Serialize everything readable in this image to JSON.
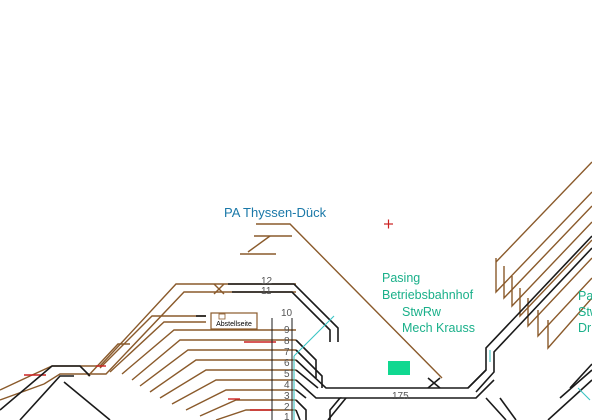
{
  "title_cut": "170",
  "labels": {
    "site_thyssen": "PA Thyssen-Dück",
    "pasing_line1": "Pasing",
    "pasing_line2": "Betriebsbahnhof",
    "stwrw": "StwRw",
    "mech": "Mech Krauss",
    "right_line1": "Pa",
    "right_line2": "Stw",
    "right_line3": "Dr",
    "track_175": "175",
    "abstellseite": "Abstellseite"
  },
  "track_numbers": [
    "12",
    "11",
    "10",
    "9",
    "8",
    "7",
    "6",
    "5",
    "4",
    "3",
    "2",
    "1"
  ],
  "colors": {
    "brown": "#8a5a2b",
    "black": "#1a1a1a",
    "teal": "#1ab08a",
    "blue": "#1a78a8",
    "red": "#cc2222",
    "cyan": "#39c4c4",
    "green_block": "#10d890"
  }
}
